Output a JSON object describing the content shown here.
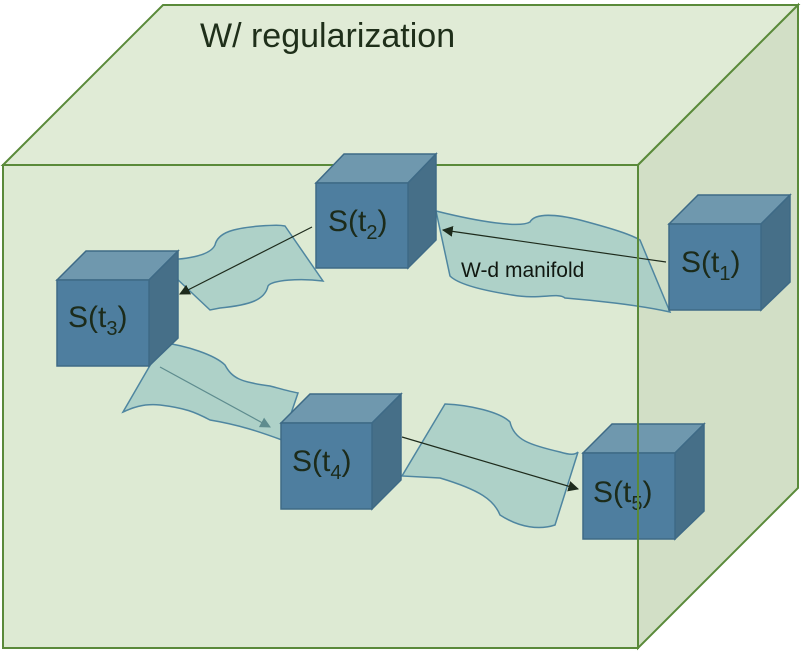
{
  "title": "W/ regularization",
  "manifold_label": "W-d manifold",
  "colors": {
    "box_front": "#dae8cf",
    "box_top": "#e0ebd6",
    "box_side": "#d2dfc6",
    "box_edge": "#5a8a3a",
    "cube_front": "#4e7e9f",
    "cube_top": "#6f98ae",
    "cube_side": "#466f88",
    "cube_edge": "#3e6a86",
    "manifold_fill": "#a6ccc6",
    "manifold_edge": "#4f86a0",
    "arrow_dark": "#1e2b1c",
    "arrow_light": "#5e8c8e",
    "text": "#1c2b1a"
  },
  "states": [
    {
      "id": "s1",
      "base": "S(t",
      "sub": "1",
      "close": ")"
    },
    {
      "id": "s2",
      "base": "S(t",
      "sub": "2",
      "close": ")"
    },
    {
      "id": "s3",
      "base": "S(t",
      "sub": "3",
      "close": ")"
    },
    {
      "id": "s4",
      "base": "S(t",
      "sub": "4",
      "close": ")"
    },
    {
      "id": "s5",
      "base": "S(t",
      "sub": "5",
      "close": ")"
    }
  ],
  "transitions": [
    {
      "from": "s1",
      "to": "s2",
      "labeled": true
    },
    {
      "from": "s2",
      "to": "s3",
      "labeled": false
    },
    {
      "from": "s3",
      "to": "s4",
      "labeled": false
    },
    {
      "from": "s4",
      "to": "s5",
      "labeled": false
    }
  ]
}
